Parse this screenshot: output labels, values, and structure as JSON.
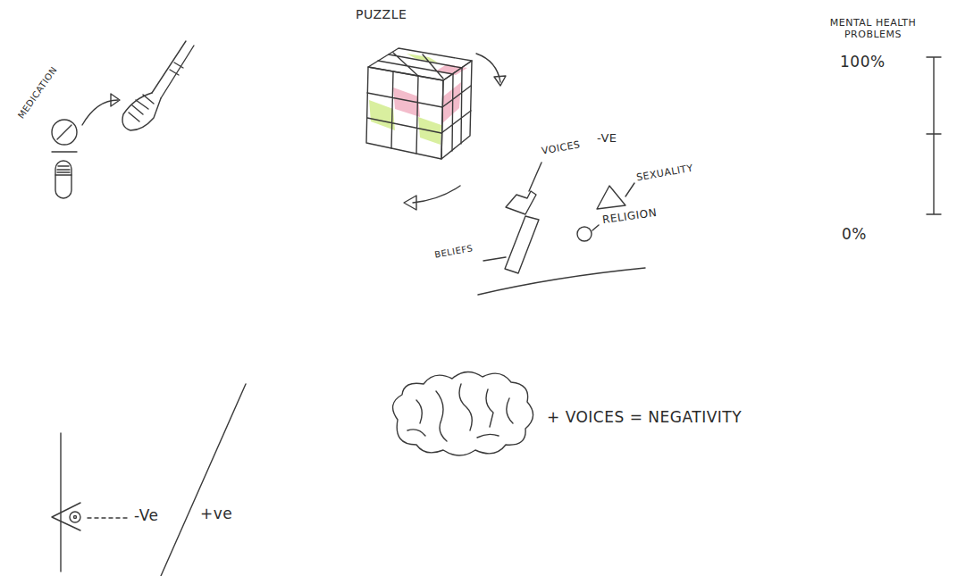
{
  "diagram": {
    "labels": [
      "MEDICATION",
      "PUZZLE",
      "VOICES",
      "-VE",
      "SEXUALITY",
      "RELIGION",
      "BELIEFS",
      "MENTAL HEALTH PROBLEMS",
      "100%",
      "0%",
      "-Ve",
      "+ve",
      "+ VOICES = NEGATIVITY"
    ]
  }
}
